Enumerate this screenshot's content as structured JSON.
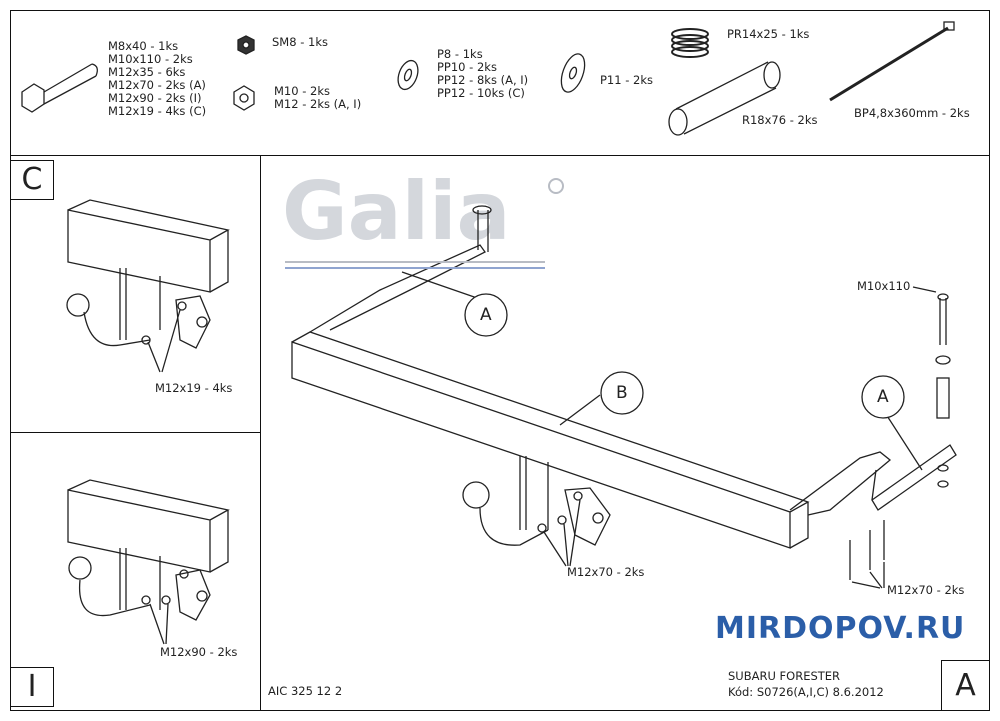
{
  "parts": {
    "bolts": [
      "M8x40 - 1ks",
      "M10x110 - 2ks",
      "M12x35 - 6ks",
      "M12x70 - 2ks (A)",
      "M12x90 - 2ks (I)",
      "M12x19 - 4ks (C)"
    ],
    "self_lock_nut": "SM8 - 1ks",
    "nuts": [
      "M10 - 2ks",
      "M12 - 2ks (A, I)"
    ],
    "washers": [
      "P8 - 1ks",
      "PP10 - 2ks",
      "PP12 - 8ks (A, I)",
      "PP12 - 10ks (C)"
    ],
    "large_washer": "P11 - 2ks",
    "spring": "PR14x25 - 1ks",
    "spacer": "R18x76 - 2ks",
    "cable_tie": "BP4,8x360mm - 2ks"
  },
  "panel_c": {
    "letter": "C",
    "callout": "M12x19 - 4ks"
  },
  "panel_i": {
    "letter": "I",
    "callout": "M12x90 - 2ks"
  },
  "main": {
    "labels": {
      "a1": "A",
      "a2": "A",
      "b": "B"
    },
    "bolt_label": "M10x110",
    "callout_ball": "M12x70 - 2ks",
    "callout_bracket": "M12x70 - 2ks",
    "logo_text": "Galia",
    "code": "AIC 325 12 2",
    "vehicle": "SUBARU FORESTER",
    "kod": "Kód: S0726(A,I,C) 8.6.2012",
    "variant_letter": "A"
  },
  "watermark": "MIRDOPOV.RU"
}
